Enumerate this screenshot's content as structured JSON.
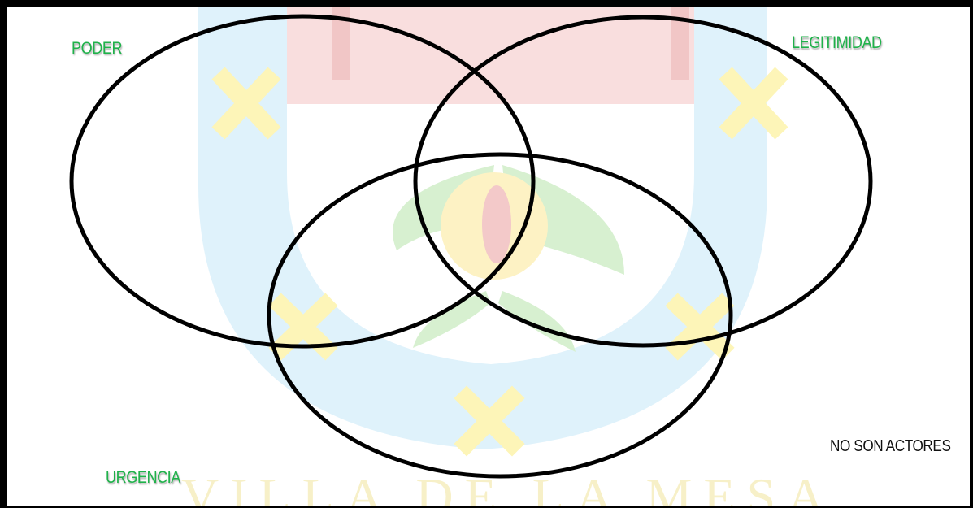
{
  "diagram": {
    "type": "venn",
    "sets": [
      {
        "id": "poder",
        "label": "PODER"
      },
      {
        "id": "legitimidad",
        "label": "LEGITIMIDAD"
      },
      {
        "id": "urgencia",
        "label": "URGENCIA"
      }
    ],
    "outside_label": "NO SON ACTORES",
    "label_color": "#1fb24a",
    "outline_color": "#000000"
  },
  "background": {
    "watermark_text": "VILLA DE LA MESA",
    "colors": {
      "red": "#f9dede",
      "blue": "#dff2fb",
      "yellow": "#fdf5b8",
      "green": "#d7f0d0"
    }
  }
}
